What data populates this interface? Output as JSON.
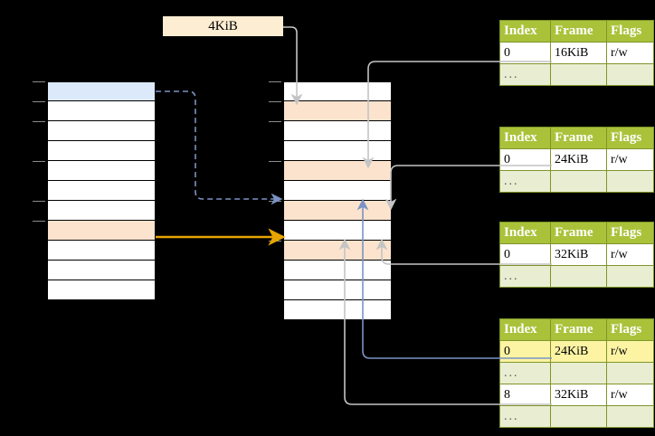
{
  "diagram": {
    "title_label": "4KiB",
    "source_column": {
      "name": "virtual-address-space",
      "row_count": 11,
      "highlights": [
        {
          "row": 1,
          "color": "#dce9fa"
        },
        {
          "row": 8,
          "color": "#fce3cd"
        }
      ]
    },
    "middle_column": {
      "name": "physical-memory",
      "row_count": 12,
      "highlights": [
        {
          "row": 2,
          "color": "#fce3cd"
        },
        {
          "row": 5,
          "color": "#fce3cd"
        },
        {
          "row": 7,
          "color": "#fce3cd"
        },
        {
          "row": 9,
          "color": "#fce3cd"
        }
      ]
    },
    "colors": {
      "header_green": "#aac23a",
      "ellipsis_row": "#e9eed2",
      "highlight_yellow": "#fcf4a3",
      "peach": "#fce3cd",
      "blue": "#dce9fa",
      "orange_arrow": "#e8a400",
      "blue_arrow": "#7b93c4",
      "gray_arrow": "#c4c4c4"
    }
  },
  "tables": [
    {
      "name": "page-table-level-0",
      "headers": [
        "Index",
        "Frame",
        "Flags"
      ],
      "rows": [
        {
          "cells": [
            "0",
            "16KiB",
            "r/w"
          ],
          "ellipsis": false,
          "highlight": []
        },
        {
          "cells": [
            "...",
            "",
            ""
          ],
          "ellipsis": true,
          "highlight": []
        }
      ]
    },
    {
      "name": "page-table-level-1",
      "headers": [
        "Index",
        "Frame",
        "Flags"
      ],
      "rows": [
        {
          "cells": [
            "0",
            "24KiB",
            "r/w"
          ],
          "ellipsis": false,
          "highlight": []
        },
        {
          "cells": [
            "...",
            "",
            ""
          ],
          "ellipsis": true,
          "highlight": []
        }
      ]
    },
    {
      "name": "page-table-level-2",
      "headers": [
        "Index",
        "Frame",
        "Flags"
      ],
      "rows": [
        {
          "cells": [
            "0",
            "32KiB",
            "r/w"
          ],
          "ellipsis": false,
          "highlight": []
        },
        {
          "cells": [
            "...",
            "",
            ""
          ],
          "ellipsis": true,
          "highlight": []
        }
      ]
    },
    {
      "name": "page-table-level-3",
      "headers": [
        "Index",
        "Frame",
        "Flags"
      ],
      "rows": [
        {
          "cells": [
            "0",
            "24KiB",
            "r/w"
          ],
          "ellipsis": false,
          "highlight": [
            0,
            1,
            2
          ]
        },
        {
          "cells": [
            "...",
            "",
            ""
          ],
          "ellipsis": true,
          "highlight": []
        },
        {
          "cells": [
            "8",
            "32KiB",
            "r/w"
          ],
          "ellipsis": false,
          "highlight": []
        },
        {
          "cells": [
            "...",
            "",
            ""
          ],
          "ellipsis": true,
          "highlight": []
        }
      ]
    }
  ]
}
